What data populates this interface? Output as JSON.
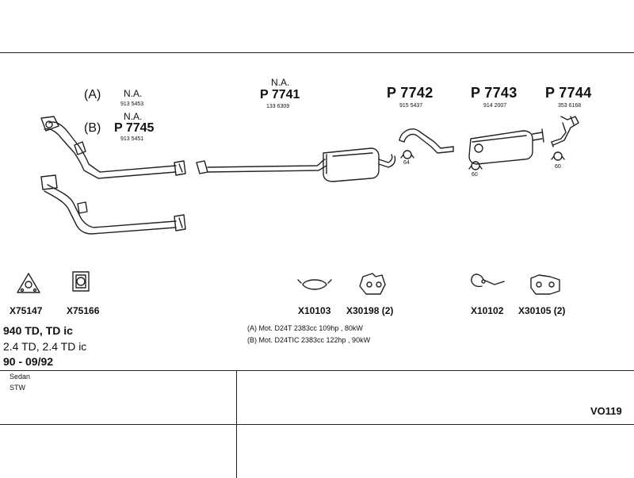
{
  "variants": {
    "a": {
      "tag": "(A)",
      "na": "N.A.",
      "part_no": "913 5453"
    },
    "b": {
      "tag": "(B)",
      "na": "N.A.",
      "code": "P 7745",
      "part_no": "913 5451"
    }
  },
  "parts": {
    "mid_pipe": {
      "na": "N.A.",
      "code": "P 7741",
      "part_no": "133 6309"
    },
    "p7742": {
      "code": "P 7742",
      "part_no": "915 5437",
      "clamp": "64"
    },
    "p7743": {
      "code": "P 7743",
      "part_no": "914 2007",
      "clamp": "60"
    },
    "p7744": {
      "code": "P 7744",
      "part_no": "353 6168",
      "clamp": "60"
    }
  },
  "accessories": [
    {
      "code": "X75147",
      "icon": "triangle-gasket-icon"
    },
    {
      "code": "X75166",
      "icon": "square-gasket-icon"
    },
    {
      "code": "X10103",
      "icon": "clamp-icon"
    },
    {
      "code": "X30198 (2)",
      "icon": "rubber-mount-icon"
    },
    {
      "code": "X10102",
      "icon": "wire-hanger-icon"
    },
    {
      "code": "X30105 (2)",
      "icon": "rubber-mount-icon"
    }
  ],
  "model": {
    "name": "940 TD, TD ic",
    "engines": "2.4 TD, 2.4 TD ic",
    "years": "90 - 09/92",
    "body_types": [
      "Sedan",
      "STW"
    ]
  },
  "notes": [
    "(A) Mot. D24T 2383cc 109hp , 80kW",
    "(B) Mot. D24TIC 2383cc 122hp , 90kW"
  ],
  "diagram_code": "VO119"
}
